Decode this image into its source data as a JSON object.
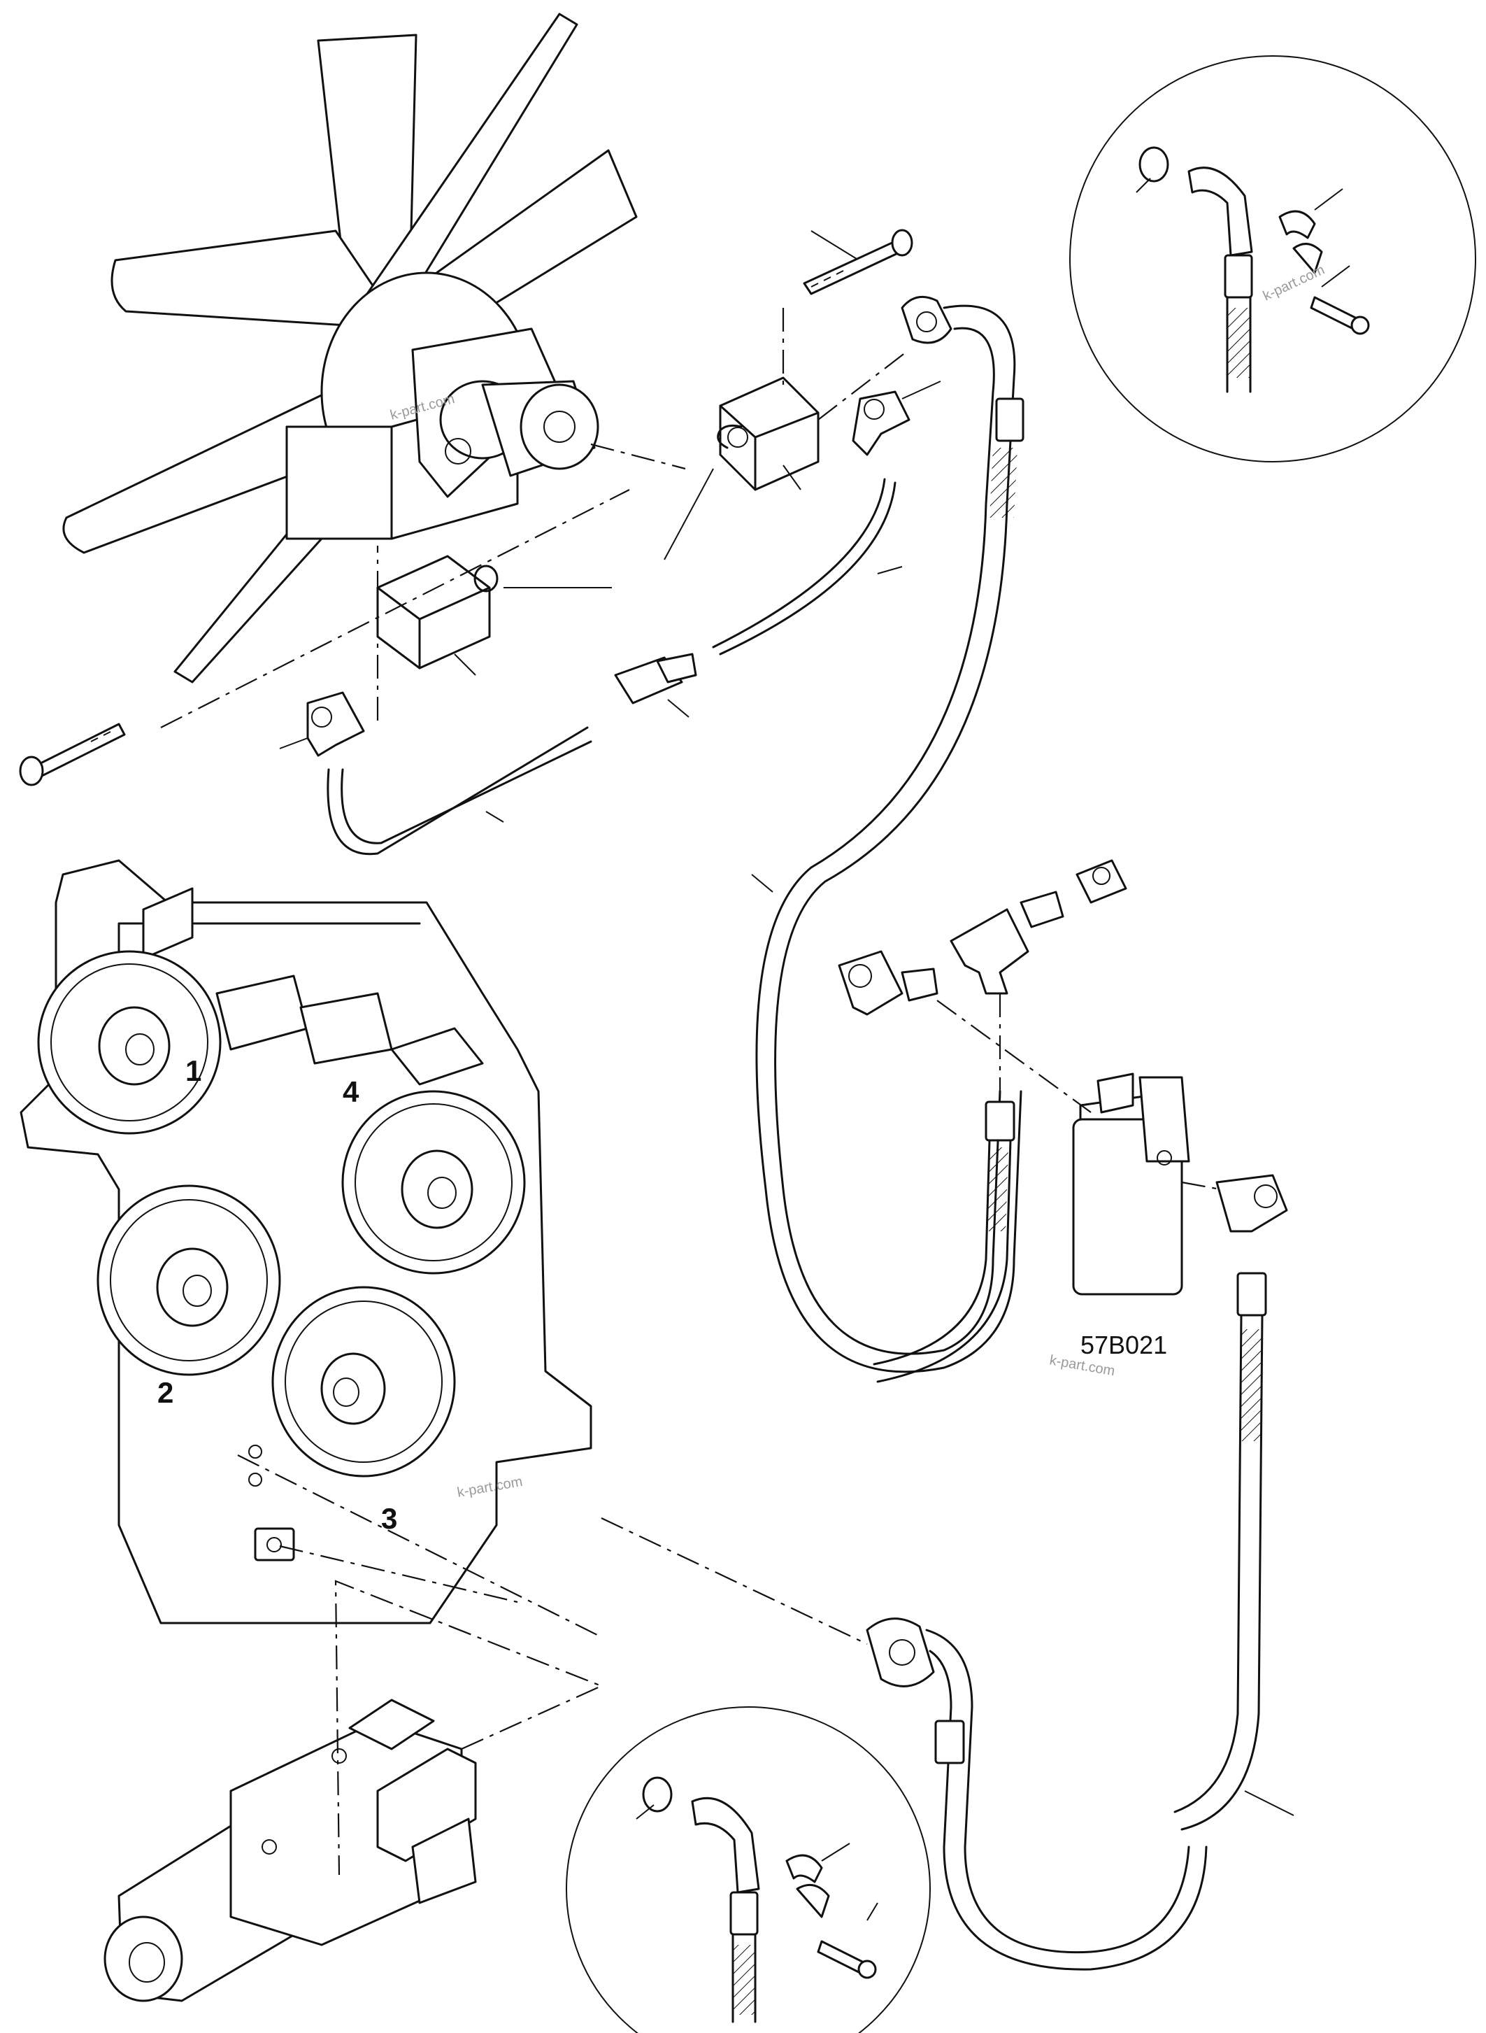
{
  "diagram": {
    "figure_code": "57B021",
    "part_numbers": [
      "1",
      "2",
      "3",
      "4"
    ],
    "watermarks": [
      "k-part.com",
      "k-part.com",
      "k-part.com",
      "k-part.com"
    ],
    "colors": {
      "line": "#111111",
      "background": "#ffffff",
      "watermark": "#9a9a9a"
    }
  }
}
